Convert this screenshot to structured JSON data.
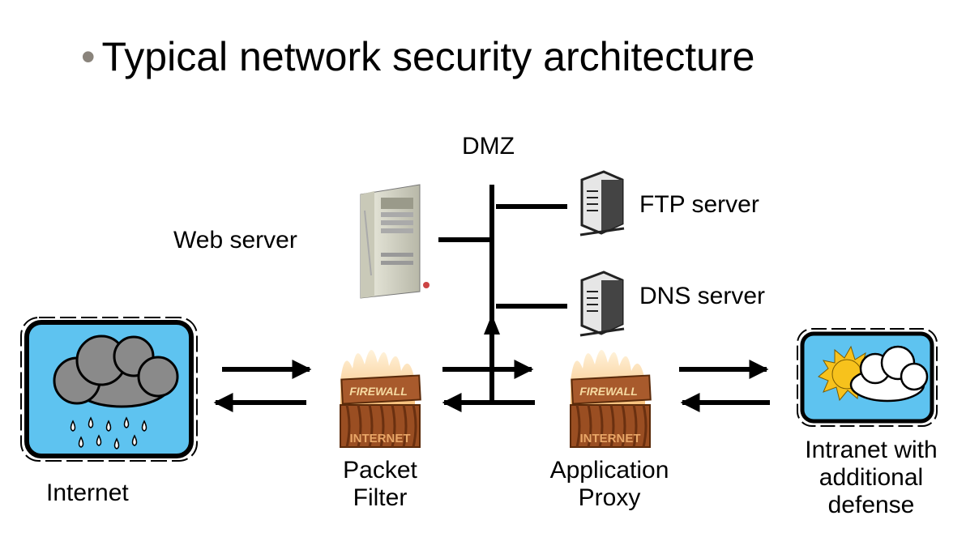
{
  "title": "Typical network security architecture",
  "labels": {
    "dmz": "DMZ",
    "web_server": "Web server",
    "ftp_server": "FTP server",
    "dns_server": "DNS server",
    "internet": "Internet",
    "packet_filter": "Packet Filter",
    "application_proxy": "Application Proxy",
    "intranet": "Intranet with additional defense"
  },
  "firewall_sign": {
    "top": "FIREWALL",
    "bottom": "INTERNET"
  },
  "colors": {
    "sky": "#5ec3f0",
    "storm_cloud": "#8a8a8a",
    "rain": "#ffffff",
    "sun": "#f7c21c",
    "firewall_wood": "#a85a2c",
    "flames": "#f6b85a",
    "server_body": "#d8d8c8",
    "lines": "#000000"
  }
}
